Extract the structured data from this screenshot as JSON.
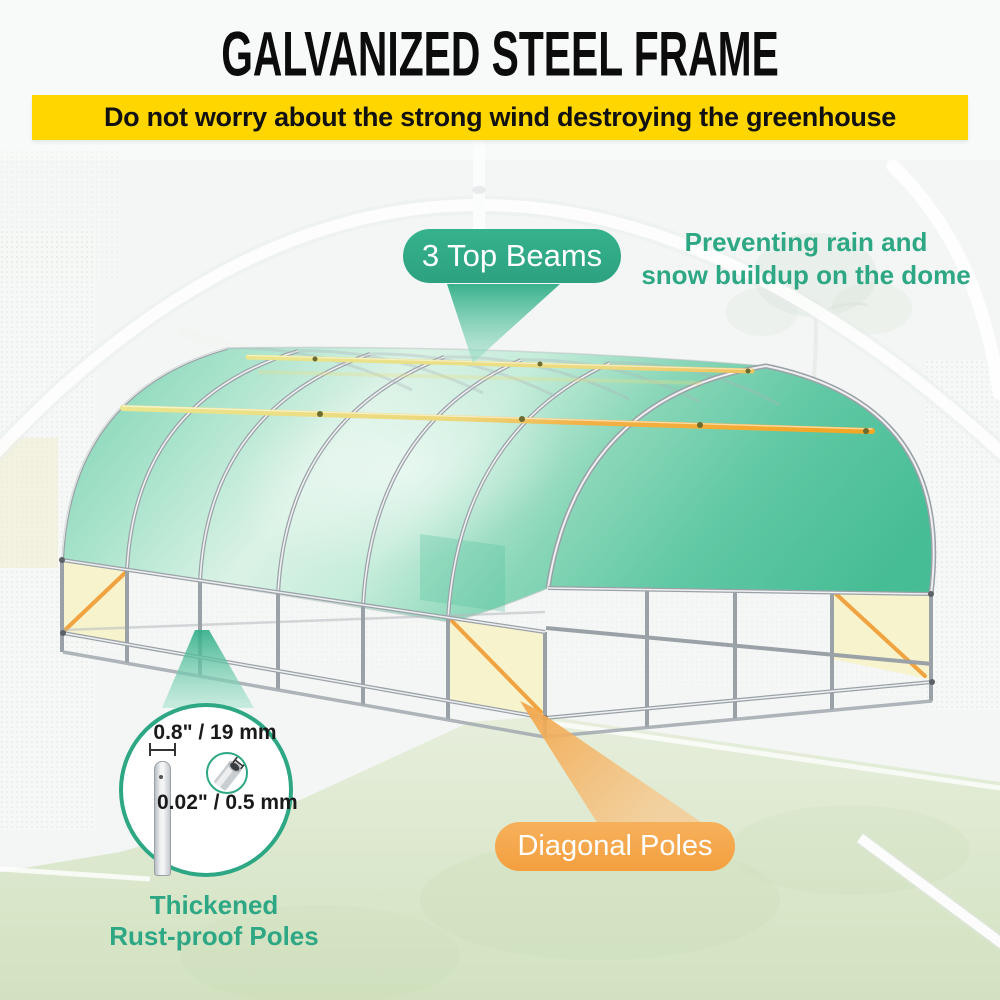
{
  "title": "GALVANIZED STEEL FRAME",
  "banner": {
    "text": "Do not worry about the strong wind destroying the greenhouse"
  },
  "callouts": {
    "top_beams": {
      "label": "3 Top Beams"
    },
    "rain_note": {
      "line1": "Preventing rain and",
      "line2": "snow buildup on the dome"
    },
    "diagonal_poles": {
      "label": "Diagonal Poles"
    },
    "pole_detail": {
      "diameter": "0.8\" / 19 mm",
      "wall_thickness": "0.02\" / 0.5 mm",
      "caption_line1": "Thickened",
      "caption_line2": "Rust-proof Poles"
    }
  },
  "colors": {
    "accent_teal": "#2EA784",
    "accent_orange": "#F5A94E",
    "banner_yellow": "#FFD600",
    "beam_pale_yellow": "#EAE58D",
    "beam_orange": "#F5A623",
    "cover_green": "#3EBA90",
    "frame_silver": "#9AA1A7"
  }
}
